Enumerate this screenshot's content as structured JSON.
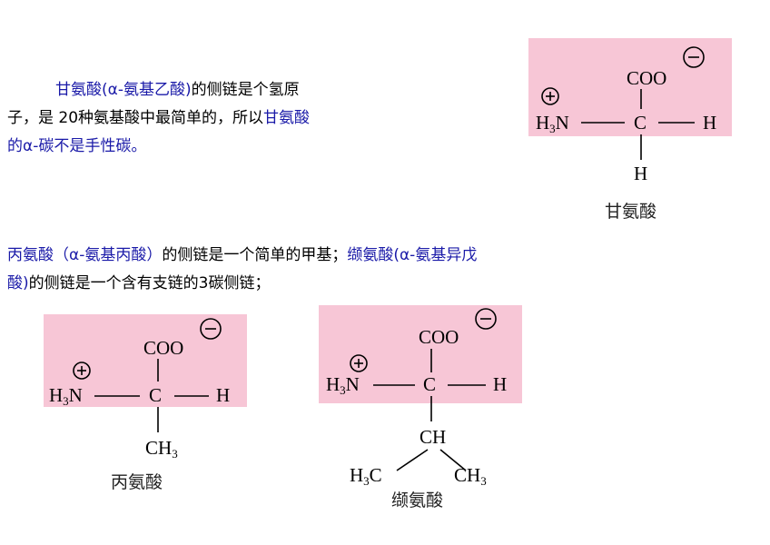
{
  "paragraph1": {
    "line1_prefix": "甘氨酸(α-氨基乙酸)",
    "line1_suffix": "的侧链是个氢原",
    "line2_prefix": "子，是 20种氨基酸中最简单的，所以",
    "line2_suffix": "甘氨酸",
    "line3": "的α-碳不是手性碳。"
  },
  "paragraph2": {
    "line1_part1": "丙氨酸（α-氨基丙酸）",
    "line1_part2": "的侧链是一个简单的甲基；",
    "line1_part3": "缬氨酸(α-氨基异戊",
    "line2_part1": "酸)",
    "line2_part2": "的侧链是一个含有支链的3碳侧链；"
  },
  "chem": {
    "coo": "COO",
    "carbon": "C",
    "hydrogen": "H",
    "amine_h": "H",
    "amine_sub": "3",
    "amine_n": "N",
    "methyl_ch": "CH",
    "methyl_sub": "3",
    "methine": "CH",
    "h3c_h": "H",
    "h3c_sub": "3",
    "h3c_c": "C"
  },
  "molecules": {
    "glycine": {
      "name": "甘氨酸"
    },
    "alanine": {
      "name": "丙氨酸"
    },
    "valine": {
      "name": "缬氨酸"
    }
  },
  "colors": {
    "highlight_box": "#f7c6d6",
    "accent_text": "#1a1aa8"
  }
}
